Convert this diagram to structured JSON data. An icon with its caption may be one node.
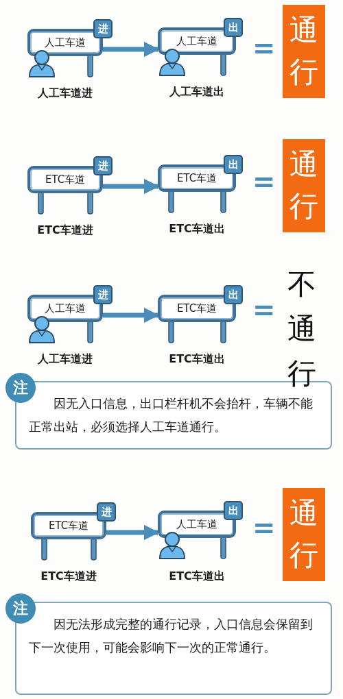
{
  "diagram": {
    "nodes": [
      {
        "text": [
          "人工车道"
        ],
        "beside": [
          "人工车道进"
        ]
      },
      {
        "text": [
          "进"
        ]
      },
      {
        "text": [
          "人工车道"
        ],
        "beside": [
          "人工车道出"
        ]
      },
      {
        "text": [
          "出"
        ]
      },
      {
        "text": [
          "通行"
        ]
      },
      {
        "text": [
          "ETC车道"
        ],
        "beside": [
          "ETC车道进"
        ]
      },
      {
        "text": [
          "进"
        ]
      },
      {
        "text": [
          "ETC车道"
        ],
        "beside": [
          "ETC车道出"
        ]
      },
      {
        "text": [
          "出"
        ]
      },
      {
        "text": [
          "通行"
        ]
      },
      {
        "text": [
          "人工车道"
        ]
      },
      {
        "text": [
          "进"
        ]
      },
      {
        "text": [
          "ETC车道"
        ]
      },
      {
        "text": [
          "出"
        ]
      },
      {
        "text": [
          "注"
        ]
      },
      {
        "text": [
          "因无入口信息，出口栏杆机不会抬杆，车辆不能正常出站，必须选择人工车道通行。"
        ]
      },
      {
        "text": [
          "ETC车道"
        ]
      },
      {
        "text": [
          "进"
        ]
      },
      {
        "text": [
          "人工车道"
        ]
      },
      {
        "text": [
          "出"
        ]
      },
      {
        "text": [
          "通行"
        ]
      },
      {
        "text": [
          "注"
        ]
      },
      {
        "text": [
          "因无法形成完整的通行记录，入口信息会保留到下一次使用，可能会影响下一次的正常通行。"
        ]
      }
    ],
    "edges": [
      {
        "from": 0,
        "to": 2,
        "arrow": "to"
      },
      {
        "from": 5,
        "to": 7,
        "arrow": "to"
      },
      {
        "from": 10,
        "to": 12,
        "arrow": "to"
      },
      {
        "from": 16,
        "to": 18,
        "arrow": "to"
      }
    ],
    "labels": [
      "=",
      "=",
      "=",
      "不通行",
      "人工车道进",
      "ETC车道出",
      "=",
      "ETC车道进",
      "ETC车道出"
    ]
  }
}
